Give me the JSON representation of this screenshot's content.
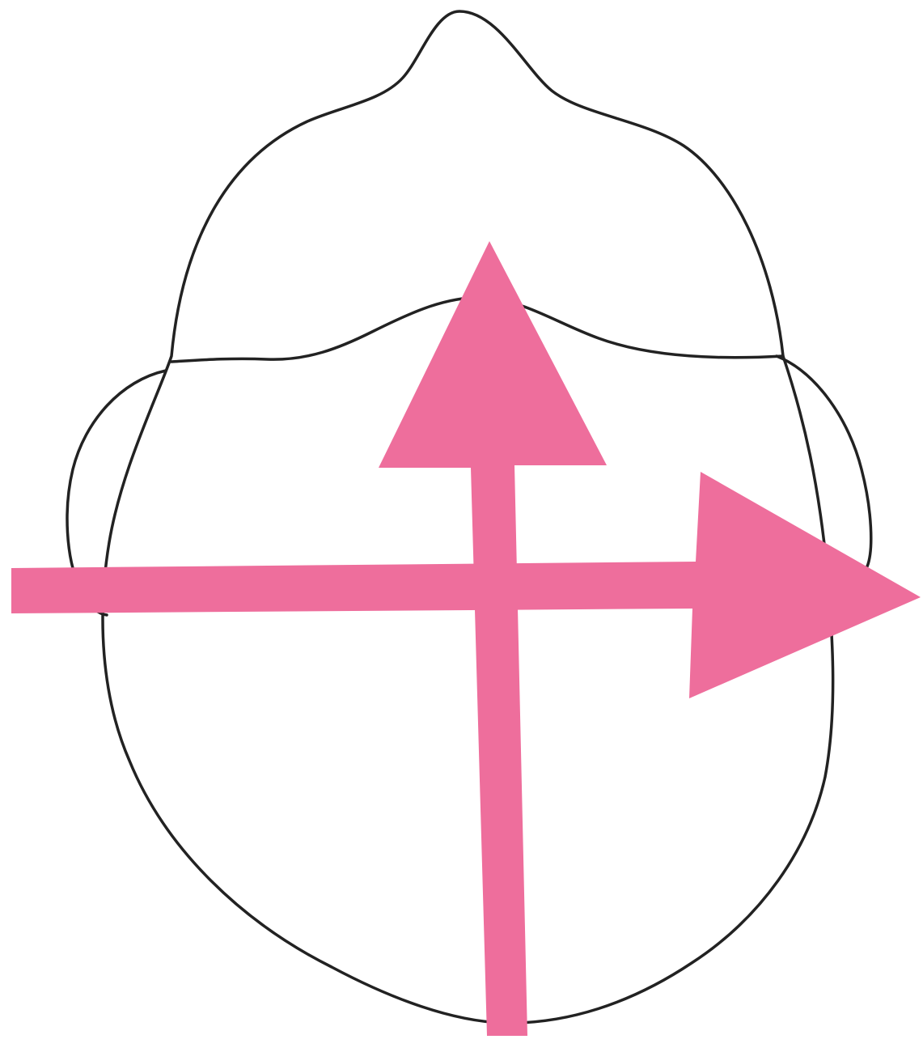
{
  "diagram": {
    "subject": "head-top-view",
    "outline_color": "#222222",
    "arrow_color": "#EE6E9C",
    "background": "#ffffff",
    "arrows": [
      {
        "id": "vertical-arrow",
        "direction": "up"
      },
      {
        "id": "horizontal-arrow",
        "direction": "right"
      }
    ]
  }
}
